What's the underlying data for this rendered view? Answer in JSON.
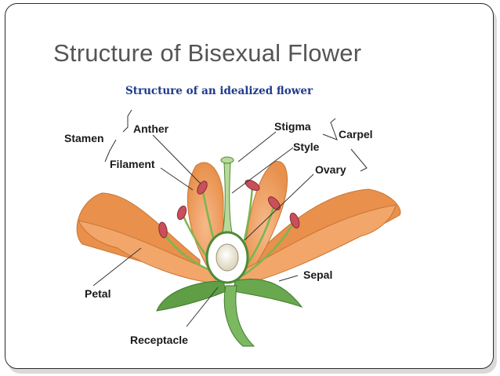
{
  "slide": {
    "title": "Structure of Bisexual Flower"
  },
  "figure": {
    "title": "Structure of an idealized flower",
    "labels": {
      "stamen": "Stamen",
      "anther": "Anther",
      "filament": "Filament",
      "stigma": "Stigma",
      "style": "Style",
      "carpel": "Carpel",
      "ovary": "Ovary",
      "petal": "Petal",
      "sepal": "Sepal",
      "receptacle": "Receptacle"
    }
  },
  "colors": {
    "petal": "#f0a060",
    "petal_dark": "#d98540",
    "stem_green": "#6aa84f",
    "title_blue": "#1f3a8a"
  }
}
